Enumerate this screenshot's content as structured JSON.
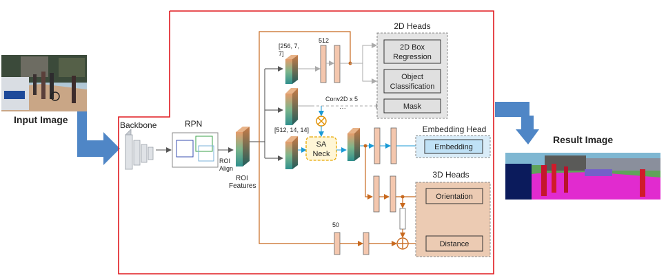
{
  "labels": {
    "input_image": "Input Image",
    "result_image": "Result Image",
    "backbone": "Backbone",
    "rpn": "RPN",
    "roi_align_1": "ROI",
    "roi_align_2": "Align",
    "roi_features_1": "ROI",
    "roi_features_2": "Features",
    "dim_256_a": "[256, 7,",
    "dim_256_b": "7]",
    "dim_512": "512",
    "dim_512_14": "[512, 14, 14]",
    "conv2d": "Conv2D x 5",
    "ellipsis": "···",
    "sa_1": "SA",
    "sa_2": "Neck",
    "dim_50": "50",
    "heads_2d": "2D Heads",
    "box_reg_1": "2D Box",
    "box_reg_2": "Regression",
    "obj_cls_1": "Object",
    "obj_cls_2": "Classification",
    "mask": "Mask",
    "embedding_head": "Embedding Head",
    "embedding": "Embedding",
    "heads_3d": "3D Heads",
    "orientation": "Orientation",
    "distance": "Distance"
  },
  "colors": {
    "frame": "#e0191f",
    "arrow_blue": "#4f86c6",
    "feature_orange": "#c8691e",
    "fc_fill": "#f4c7ae",
    "heads2d_bg": "#e5e5e5",
    "embed_bg": "#d9ecf8",
    "embed_box": "#bfe1f6",
    "heads3d_bg": "#eccbb3",
    "sa_fill": "#fff6d6",
    "sa_border": "#e8a800"
  },
  "icons": [
    "merge-multiply-icon",
    "sum-plus-icon",
    "backbone-blocks-icon",
    "rpn-boxes-icon"
  ]
}
